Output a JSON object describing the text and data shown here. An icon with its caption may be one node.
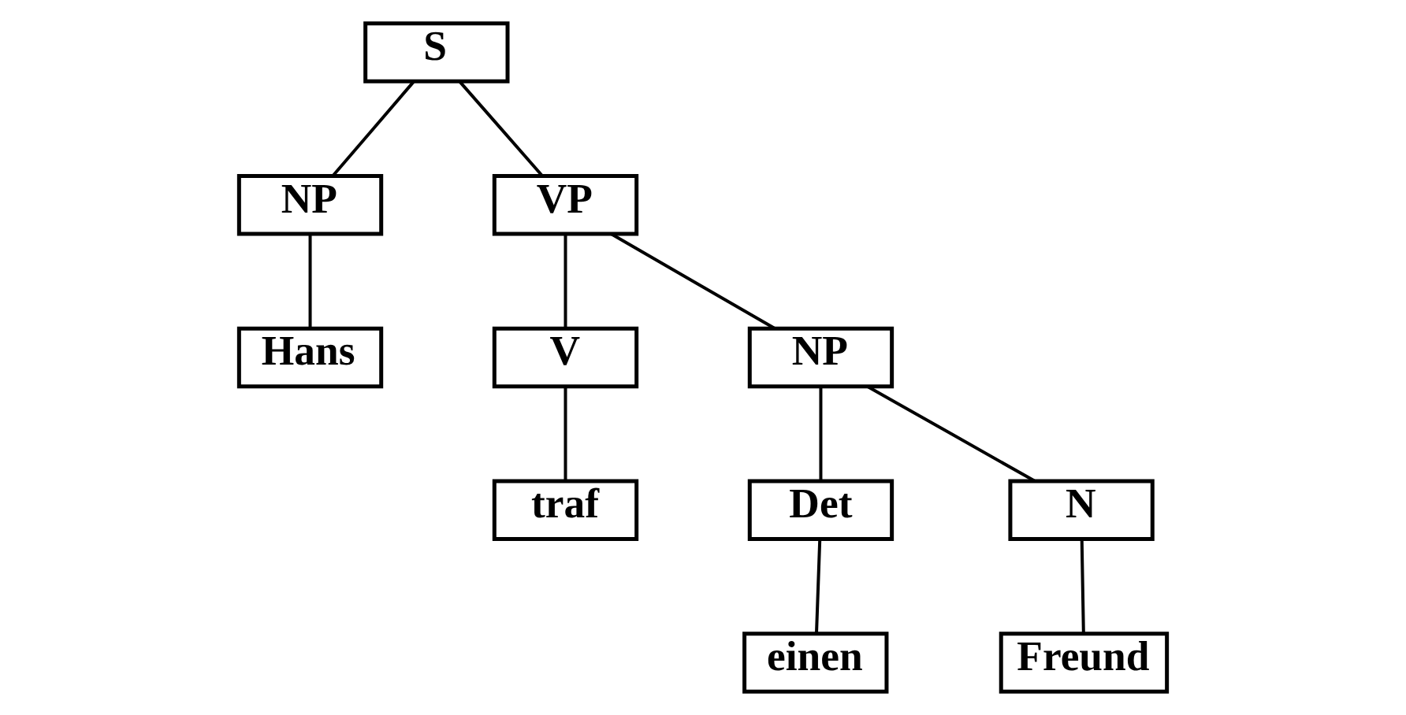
{
  "diagram": {
    "nodes": [
      {
        "text": [
          "S"
        ]
      },
      {
        "text": [
          "NP"
        ]
      },
      {
        "text": [
          "VP"
        ]
      },
      {
        "text": [
          "Hans"
        ]
      },
      {
        "text": [
          "V"
        ]
      },
      {
        "text": [
          "NP"
        ]
      },
      {
        "text": [
          "traf"
        ]
      },
      {
        "text": [
          "Det"
        ]
      },
      {
        "text": [
          "N"
        ]
      },
      {
        "text": [
          "einen"
        ]
      },
      {
        "text": [
          "Freund"
        ]
      }
    ],
    "edges": [
      {
        "from": 0,
        "to": 1,
        "arrow": "none"
      },
      {
        "from": 0,
        "to": 2,
        "arrow": "none"
      },
      {
        "from": 1,
        "to": 3,
        "arrow": "none"
      },
      {
        "from": 2,
        "to": 4,
        "arrow": "none"
      },
      {
        "from": 2,
        "to": 5,
        "arrow": "none"
      },
      {
        "from": 4,
        "to": 6,
        "arrow": "none"
      },
      {
        "from": 5,
        "to": 7,
        "arrow": "none"
      },
      {
        "from": 5,
        "to": 8,
        "arrow": "none"
      },
      {
        "from": 7,
        "to": 9,
        "arrow": "none"
      },
      {
        "from": 8,
        "to": 10,
        "arrow": "none"
      }
    ]
  }
}
